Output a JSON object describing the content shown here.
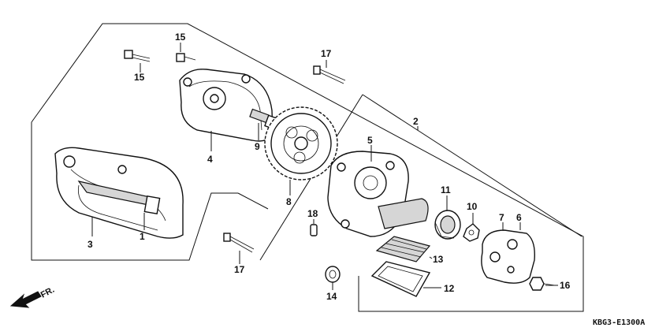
{
  "diagram": {
    "code": "KBG3-E1300A",
    "direction_label": "FR.",
    "callouts": {
      "c1": "1",
      "c2": "2",
      "c3": "3",
      "c4": "4",
      "c5": "5",
      "c6": "6",
      "c7": "7",
      "c8": "8",
      "c9": "9",
      "c10": "10",
      "c11": "11",
      "c12": "12",
      "c13": "13",
      "c14": "14",
      "c15a": "15",
      "c15b": "15",
      "c16": "16",
      "c17a": "17",
      "c17b": "17",
      "c18": "18"
    }
  }
}
